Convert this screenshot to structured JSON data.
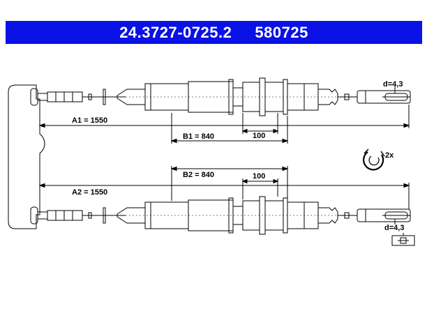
{
  "header": {
    "part_number": "24.3727-0725.2",
    "ref_number": "580725",
    "bar_color": "#0a12e6"
  },
  "dimensions": {
    "a1": "A1 = 1550",
    "a2": "A2 = 1550",
    "b1": "B1 = 840",
    "b2": "B2 = 840",
    "sleeve_top": "100",
    "sleeve_bottom": "100",
    "d_top": "d=4,3",
    "d_bottom": "d=4,3",
    "clip_qty": "2x"
  },
  "icons": [
    "clip-icon",
    "eyelet-icon"
  ]
}
